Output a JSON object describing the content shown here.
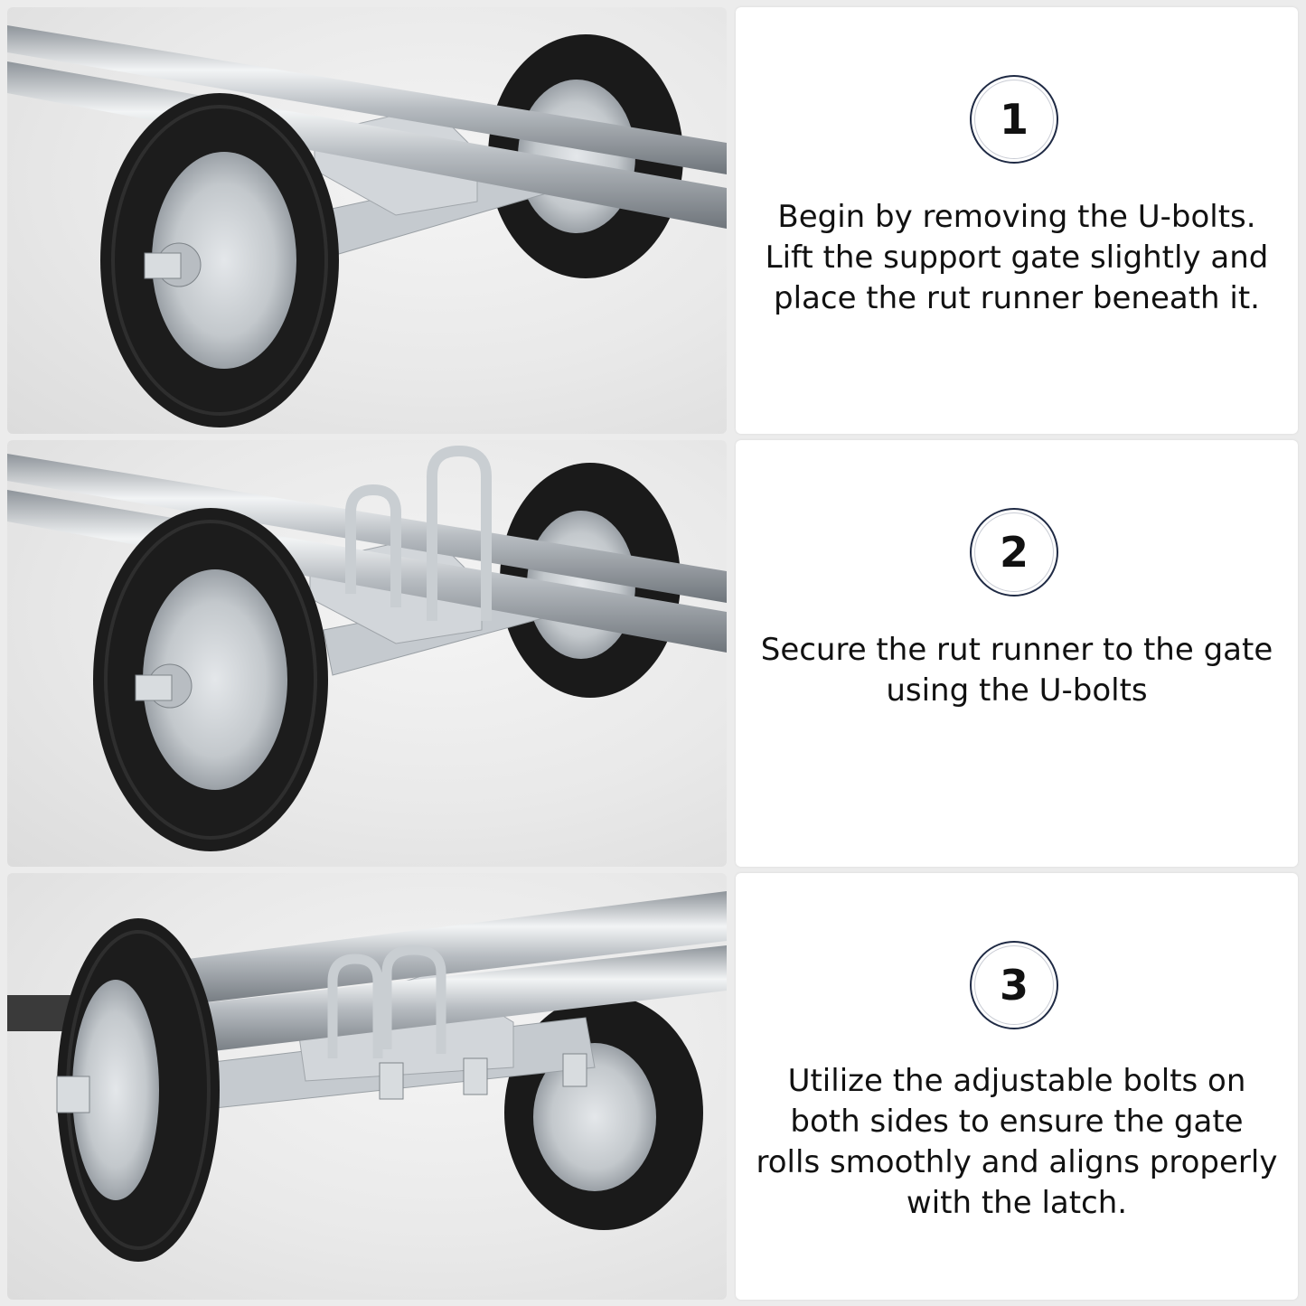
{
  "steps": [
    {
      "number": "1",
      "text": "Begin by removing the U-bolts. Lift the support gate slightly and place the rut runner beneath it."
    },
    {
      "number": "2",
      "text": "Secure the rut runner to the gate using the U-bolts"
    },
    {
      "number": "3",
      "text": "Utilize the adjustable bolts on both sides to ensure the gate rolls smoothly and aligns properly with the latch."
    }
  ],
  "colors": {
    "badge_border": "#1f2a44",
    "text": "#111111",
    "card_bg": "#ffffff",
    "page_bg": "#ececec",
    "tire": "#1c1c1c",
    "rim": "#c9ced2",
    "pipe": "#b9bec3"
  }
}
